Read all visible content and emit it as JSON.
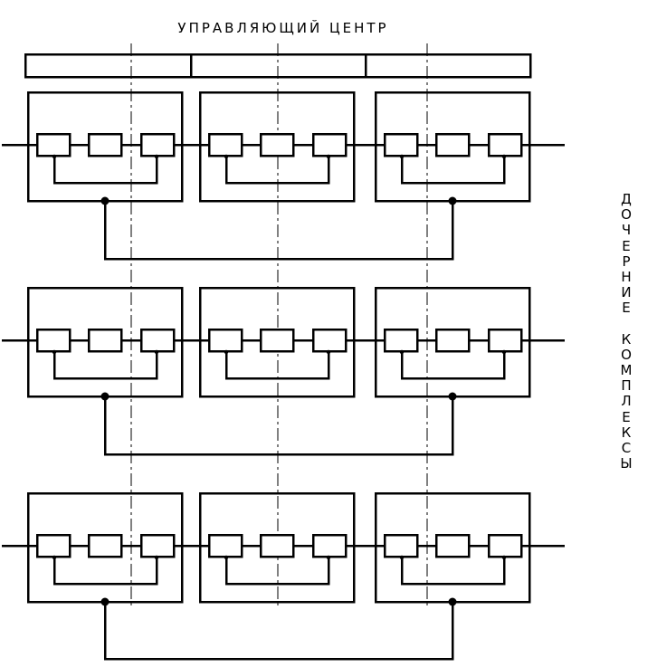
{
  "diagram": {
    "title": "УПРАВЛЯЮЩИЙ ЦЕНТР",
    "side_label_words": [
      "ДОЧЕРНИЕ",
      "КОМПЛЕКСЫ"
    ]
  }
}
